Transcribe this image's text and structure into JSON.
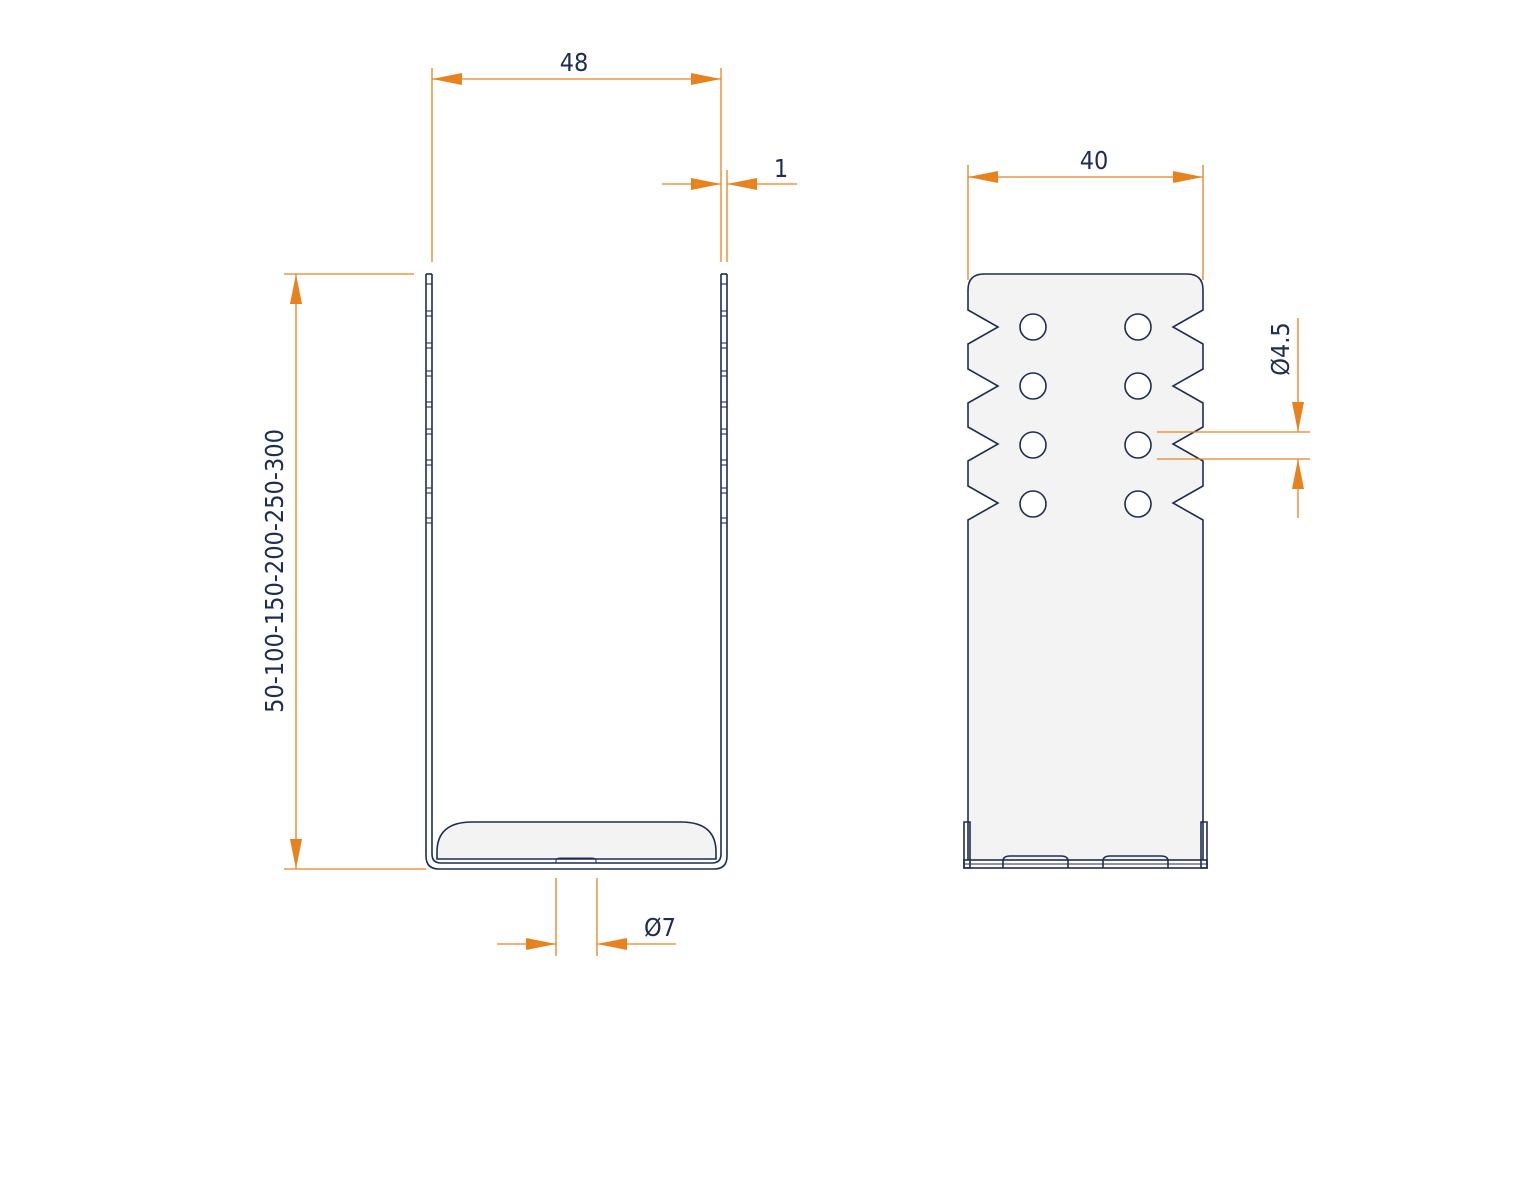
{
  "drawing": {
    "front_view": {
      "dim_width": "48",
      "dim_thickness": "1",
      "dim_height": "50-100-150-200-250-300",
      "dim_hole": "Ø7"
    },
    "side_view": {
      "dim_width": "40",
      "dim_hole": "Ø4.5"
    },
    "colors": {
      "outline": "#1f2d55",
      "dimension": "#e8821f",
      "plate_fill": "#f3f3f3"
    }
  }
}
